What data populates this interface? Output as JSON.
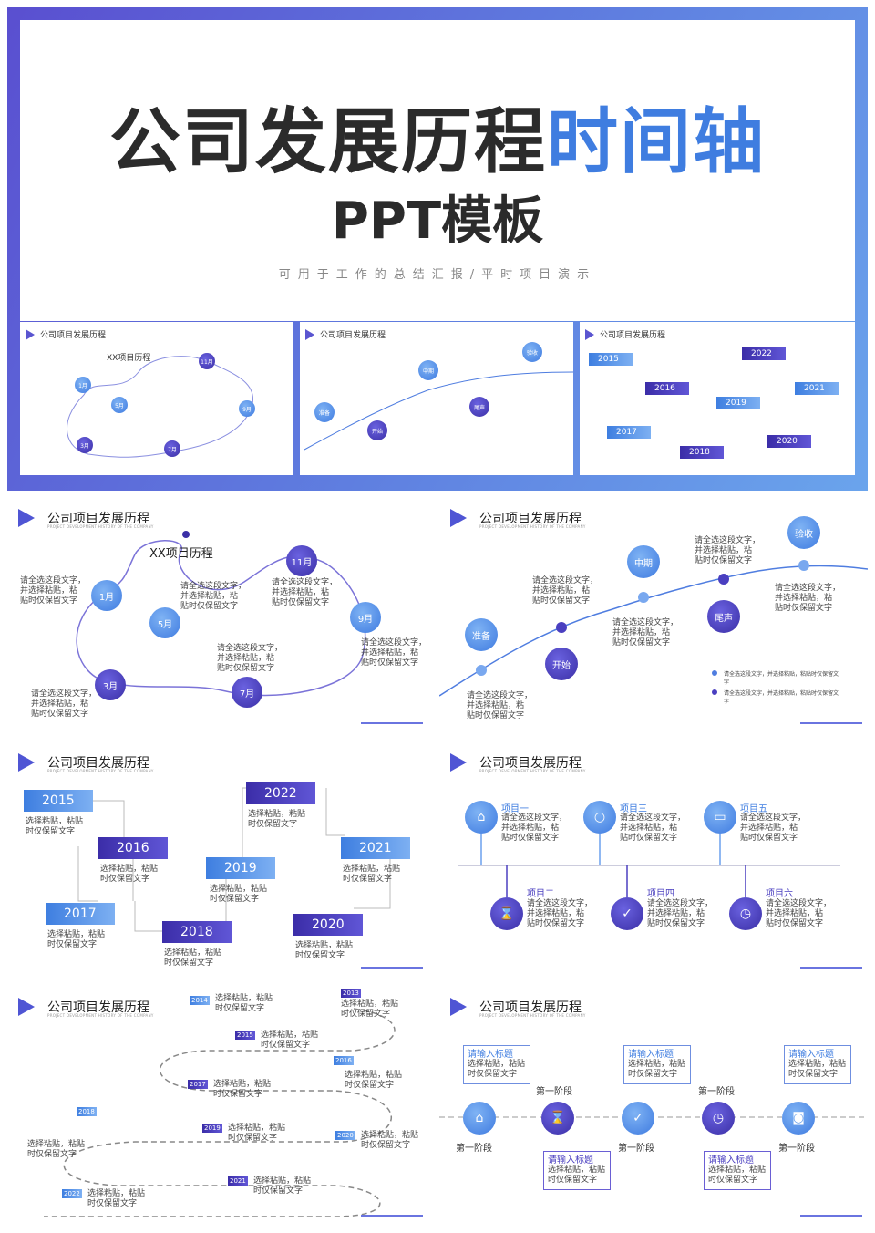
{
  "hero": {
    "title_main": "公司发展历程",
    "title_accent": "时间轴",
    "subtitle": "PPT模板",
    "tagline": "可用于工作的总结汇报/平时项目演示"
  },
  "slide_title": "公司项目发展历程",
  "slide_subtitle": "PROJECT DEVELOPMENT HISTORY OF THE COMPANY",
  "common": {
    "text_a1": "请全选这段文字，",
    "text_a2": "并选择粘贴，粘",
    "text_a3": "贴时仅保留文字",
    "text_b1": "选择粘贴，粘贴",
    "text_b2": "时仅保留文字",
    "legend_1": "请全选这段文字，并选择粘贴，粘贴时仅保留文字",
    "box_title": "请输入标题"
  },
  "slide1": {
    "heading": "XX项目历程",
    "months": [
      "1月",
      "5月",
      "3月",
      "11月",
      "7月",
      "9月"
    ]
  },
  "slide2": {
    "stages": [
      "准备",
      "开始",
      "中期",
      "尾声",
      "验收"
    ]
  },
  "slide3": {
    "years": [
      "2015",
      "2016",
      "2017",
      "2018",
      "2019",
      "2022",
      "2021",
      "2020"
    ]
  },
  "slide4": {
    "items": [
      "项目一",
      "项目二",
      "项目三",
      "项目四",
      "项目五",
      "项目六"
    ]
  },
  "slide5": {
    "years": [
      "2014",
      "2015",
      "2016",
      "2017",
      "2018",
      "2019",
      "2020",
      "2021",
      "2022",
      "2013"
    ]
  },
  "slide6": {
    "phases": [
      "第一阶段",
      "第一阶段",
      "第一阶段",
      "第一阶段",
      "第一阶段"
    ]
  },
  "colors": {
    "blue": "#3f7de0",
    "purple": "#4a3fc0"
  }
}
